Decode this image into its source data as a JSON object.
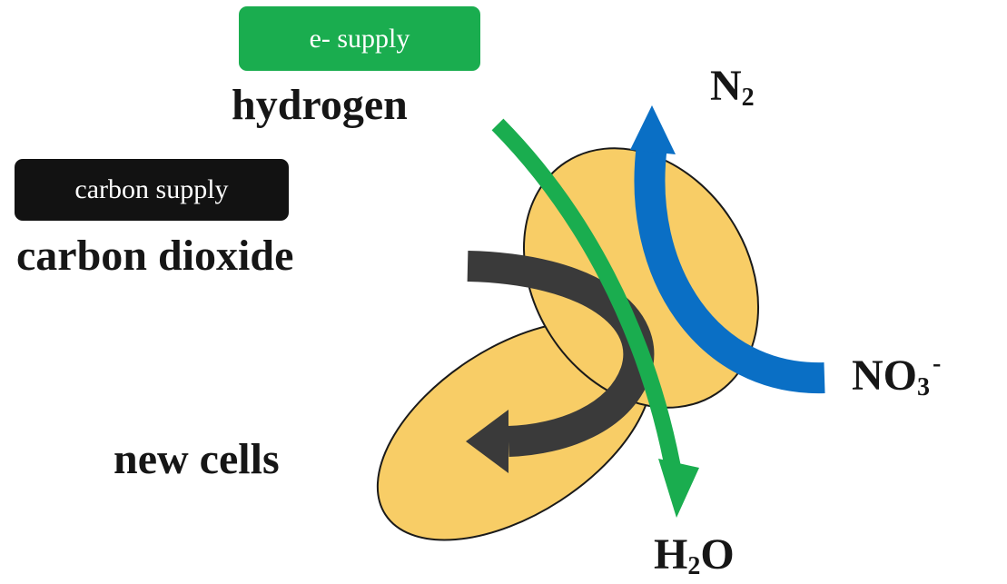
{
  "badges": {
    "electron_supply": "e- supply",
    "carbon_supply": "carbon supply"
  },
  "labels": {
    "hydrogen": "hydrogen",
    "carbon_dioxide": "carbon dioxide",
    "new_cells": "new cells",
    "nitrogen_base": "N",
    "nitrogen_sub": "2",
    "nitrate_base": "NO",
    "nitrate_sub": "3",
    "nitrate_sup": "-",
    "water_h": "H",
    "water_sub": "2",
    "water_o": "O"
  },
  "colors": {
    "cell_fill": "#f8cd66",
    "cell_stroke": "#1a1a1a",
    "electron_arrow": "#1aad4f",
    "nitrogen_arrow": "#0a6fc5",
    "carbon_arrow": "#3a3a3a",
    "carbon_badge": "#121212",
    "electron_badge": "#1aad4f"
  }
}
